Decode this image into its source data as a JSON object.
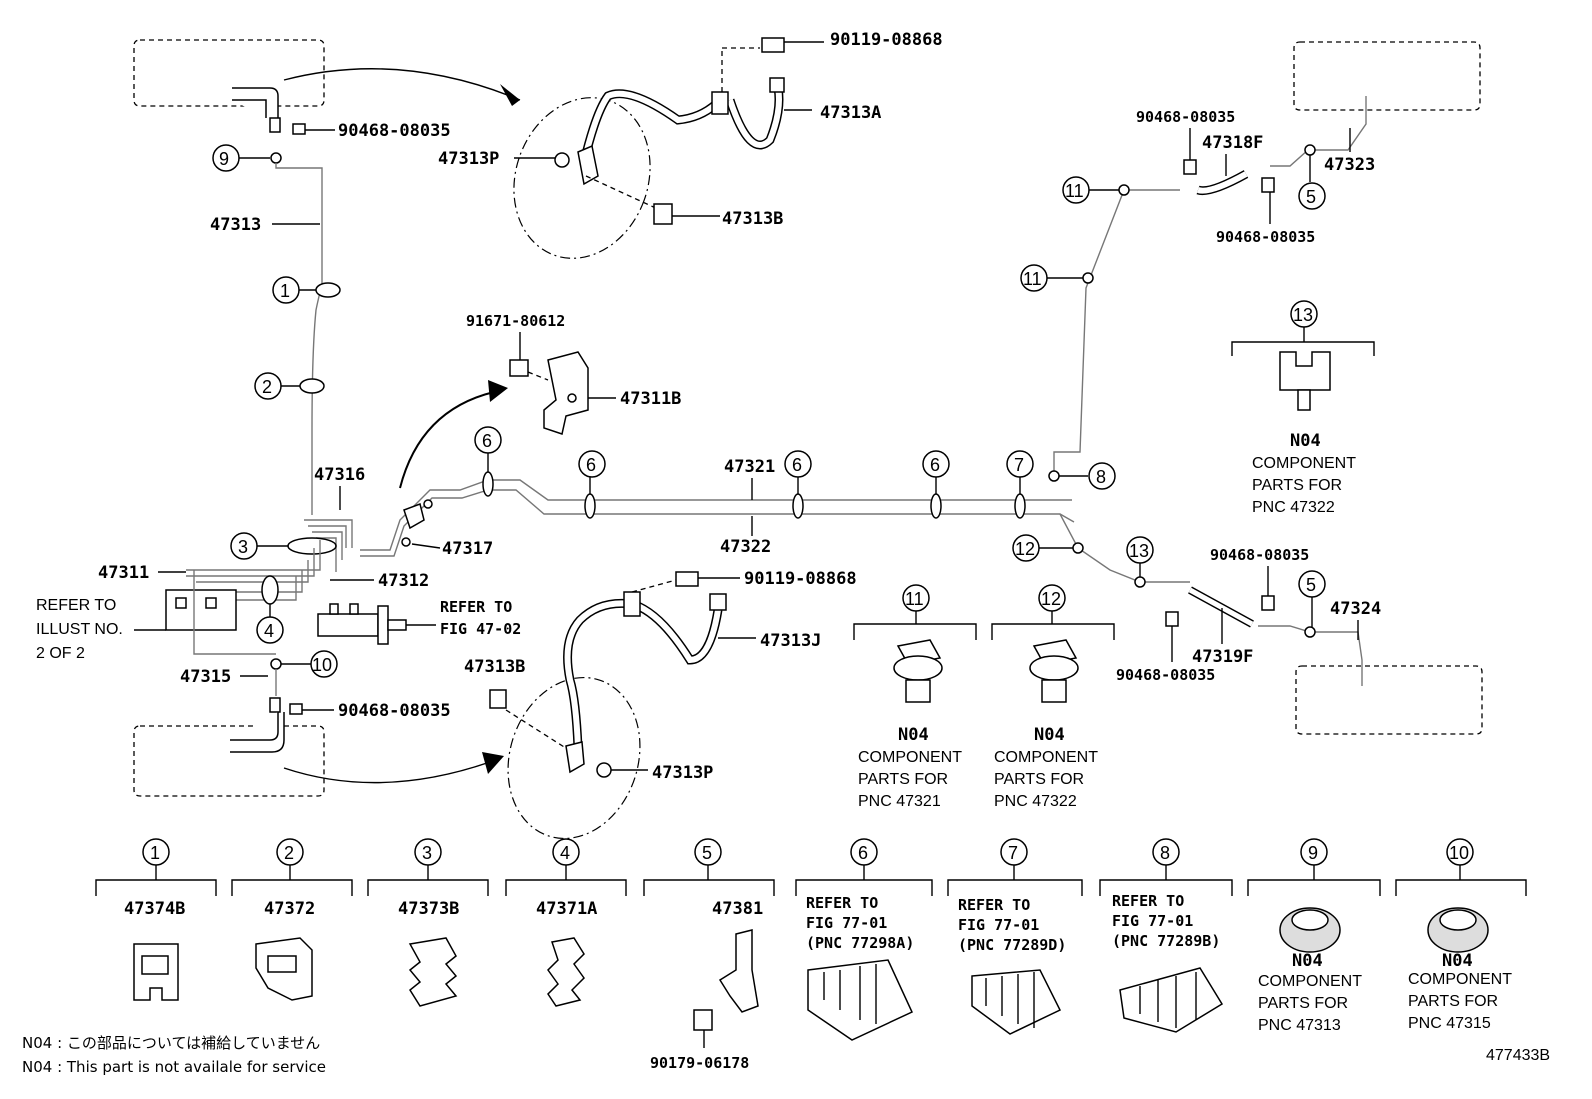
{
  "parts": {
    "p90119_08868_a": "90119-08868",
    "p47313A": "47313A",
    "p47313P_a": "47313P",
    "p47313B_a": "47313B",
    "p90468_08035_a": "90468-08035",
    "p47313": "47313",
    "p91671_80612": "91671-80612",
    "p47311B": "47311B",
    "p47316": "47316",
    "p47317": "47317",
    "p47311": "47311",
    "p47312": "47312",
    "p47315": "47315",
    "p90468_08035_b": "90468-08035",
    "p90119_08868_b": "90119-08868",
    "p47313J": "47313J",
    "p47313B_b": "47313B",
    "p47313P_b": "47313P",
    "p47321": "47321",
    "p47322": "47322",
    "p90468_08035_c": "90468-08035",
    "p47318F": "47318F",
    "p47323": "47323",
    "p90468_08035_d": "90468-08035",
    "p90468_08035_e": "90468-08035",
    "p90468_08035_f": "90468-08035",
    "p47319F": "47319F",
    "p47324": "47324",
    "refer_fig_1": "REFER TO",
    "refer_fig_2": "FIG 47-02",
    "refer_illust_1": "REFER TO",
    "refer_illust_2": "ILLUST NO.",
    "refer_illust_3": "2 OF 2"
  },
  "callouts": {
    "c1": "1",
    "c2": "2",
    "c3": "3",
    "c4": "4",
    "c5": "5",
    "c6": "6",
    "c7": "7",
    "c8": "8",
    "c9": "9",
    "c10": "10",
    "c11": "11",
    "c12": "12",
    "c13": "13"
  },
  "components": {
    "n04": "N04",
    "comp_line1": "COMPONENT",
    "comp_line2": "PARTS FOR",
    "pnc_47322": "PNC 47322",
    "pnc_47321": "PNC 47321",
    "pnc_47313": "PNC 47313",
    "pnc_47315": "PNC 47315"
  },
  "legend_row": {
    "i1": "47374B",
    "i2": "47372",
    "i3": "47373B",
    "i4": "47371A",
    "i5": "47381",
    "i5_bolt": "90179-06178",
    "refer_to": "REFER TO",
    "fig_77_01": "FIG 77-01",
    "pnc_77298A": "(PNC 77298A)",
    "pnc_77289D": "(PNC 77289D)",
    "pnc_77289B": "(PNC 77289B)"
  },
  "footer": {
    "note_jp": "N04 : この部品については補給していません",
    "note_en": "N04 : This part is not availale for service",
    "illust_id": "477433B"
  }
}
